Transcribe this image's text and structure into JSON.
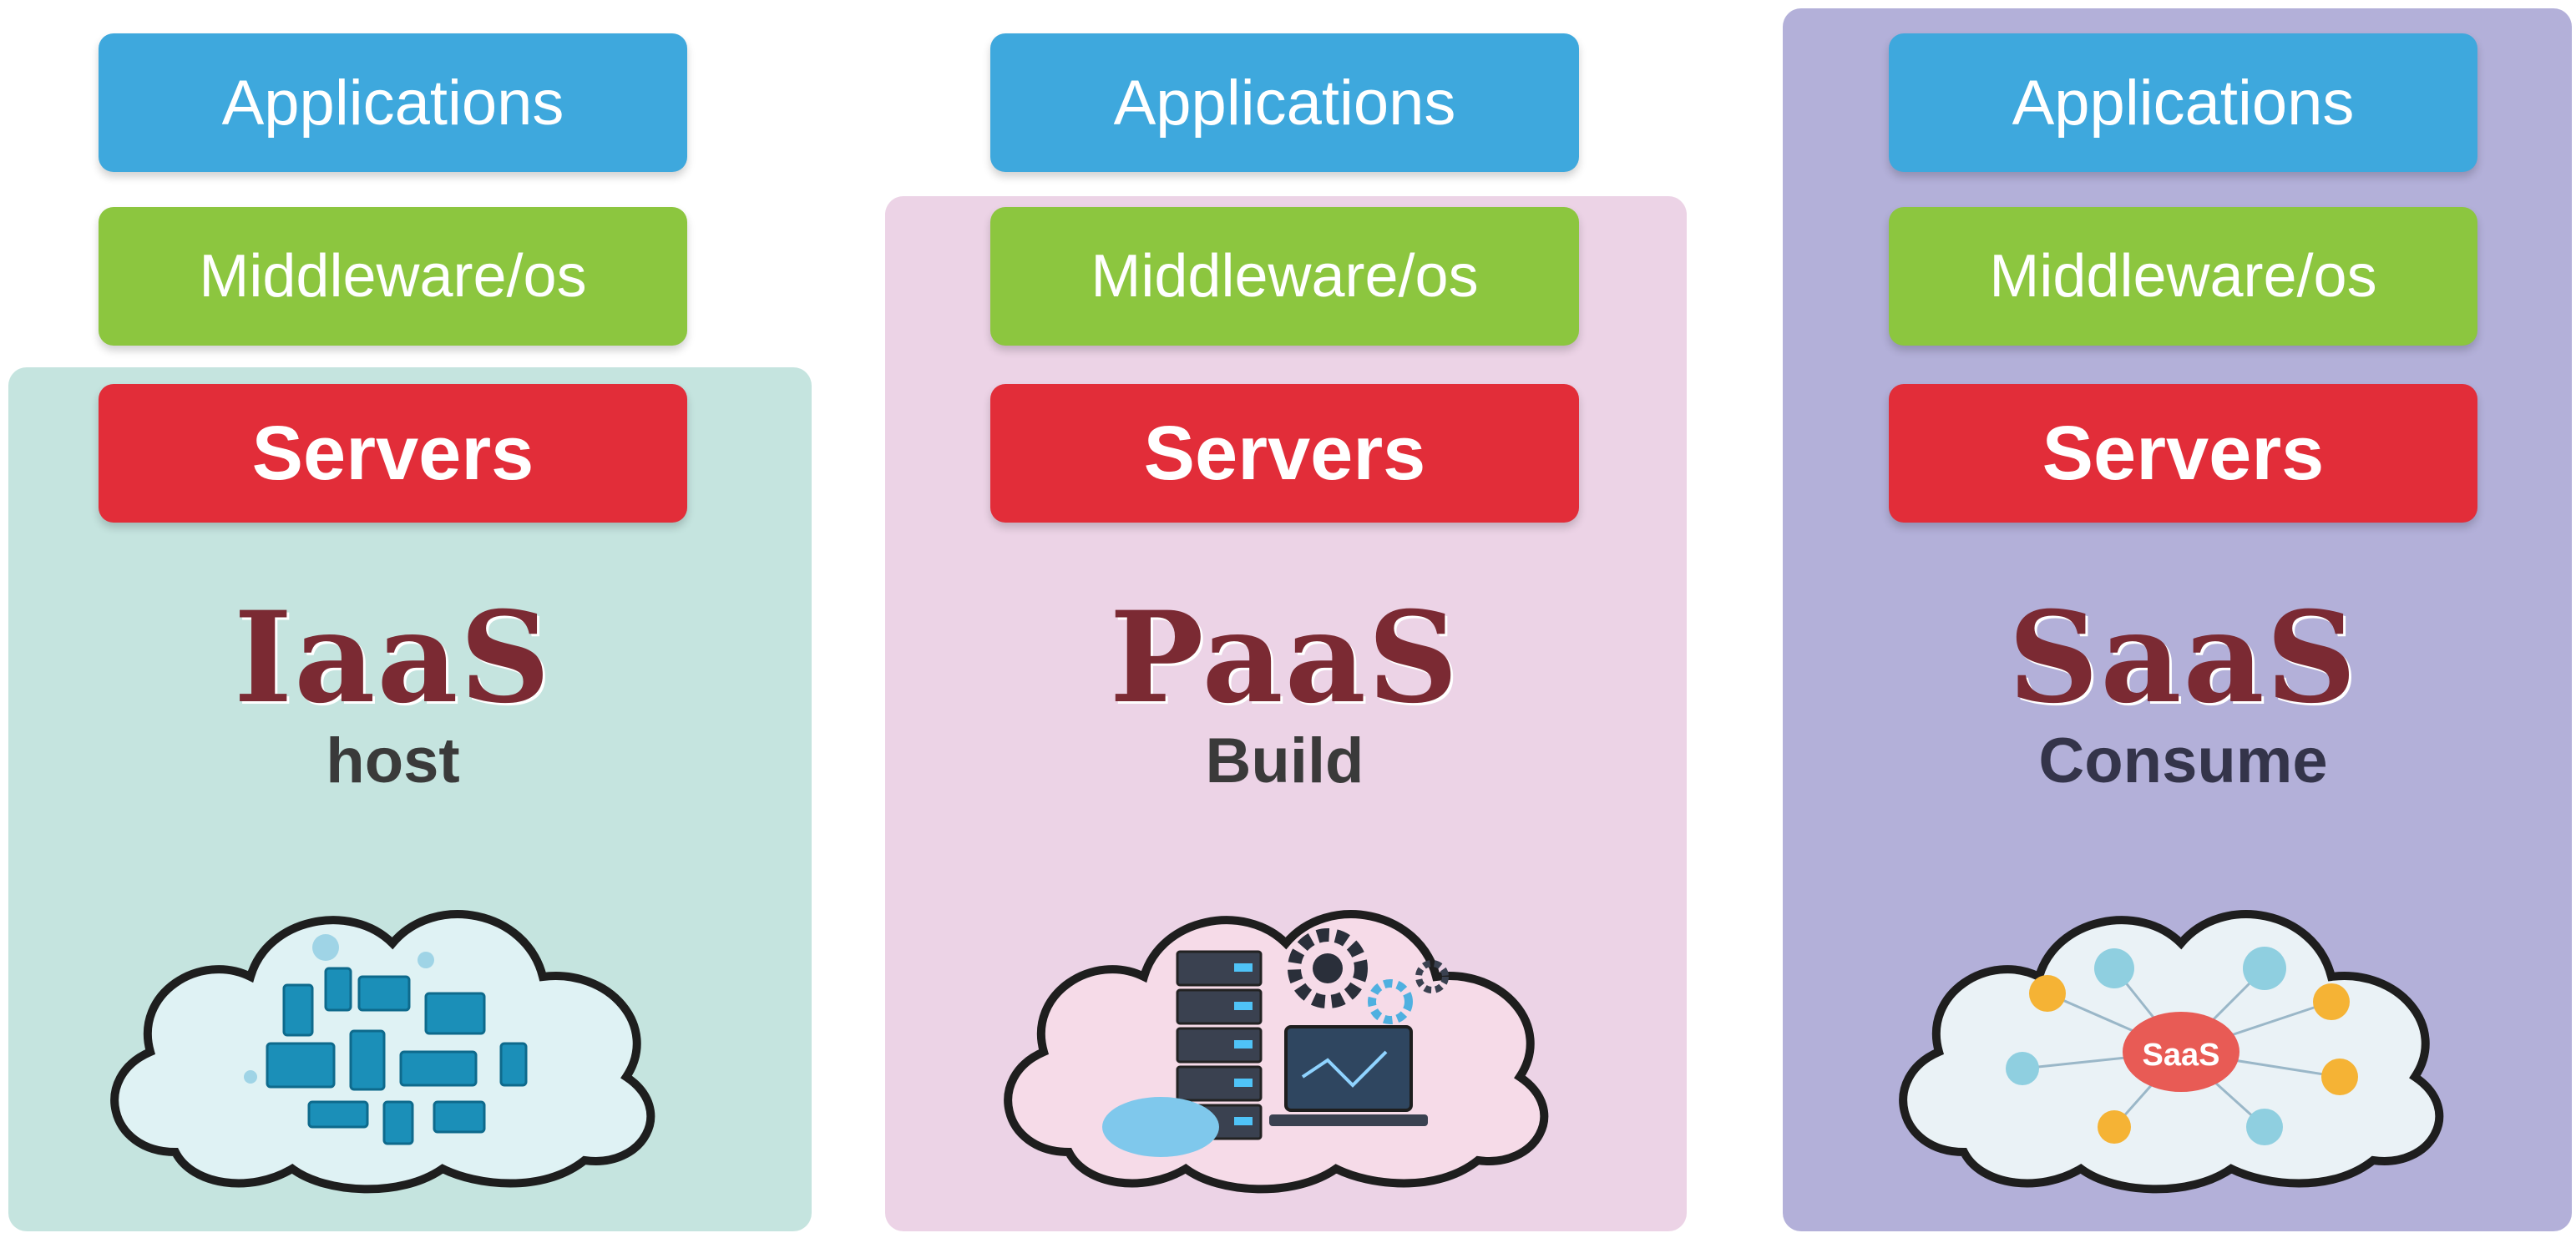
{
  "columns": [
    {
      "id": "iaas",
      "layers": {
        "applications": "Applications",
        "middleware": "Middleware/os",
        "servers": "Servers"
      },
      "title": "IaaS",
      "subtitle": "host",
      "panel_color": "#c5e4df",
      "icon": "devices-network-icon"
    },
    {
      "id": "paas",
      "layers": {
        "applications": "Applications",
        "middleware": "Middleware/os",
        "servers": "Servers"
      },
      "title": "PaaS",
      "subtitle": "Build",
      "panel_color": "#ecd3e6",
      "icon": "server-gears-icon"
    },
    {
      "id": "saas",
      "layers": {
        "applications": "Applications",
        "middleware": "Middleware/os",
        "servers": "Servers"
      },
      "title": "SaaS",
      "subtitle": "Consume",
      "panel_color": "#b3b0d9",
      "icon": "saas-network-icon",
      "hub_label": "SaaS"
    }
  ],
  "colors": {
    "applications": "#3ea8dd",
    "middleware": "#8cc63f",
    "servers": "#e22d39",
    "title": "#7b2a33"
  }
}
